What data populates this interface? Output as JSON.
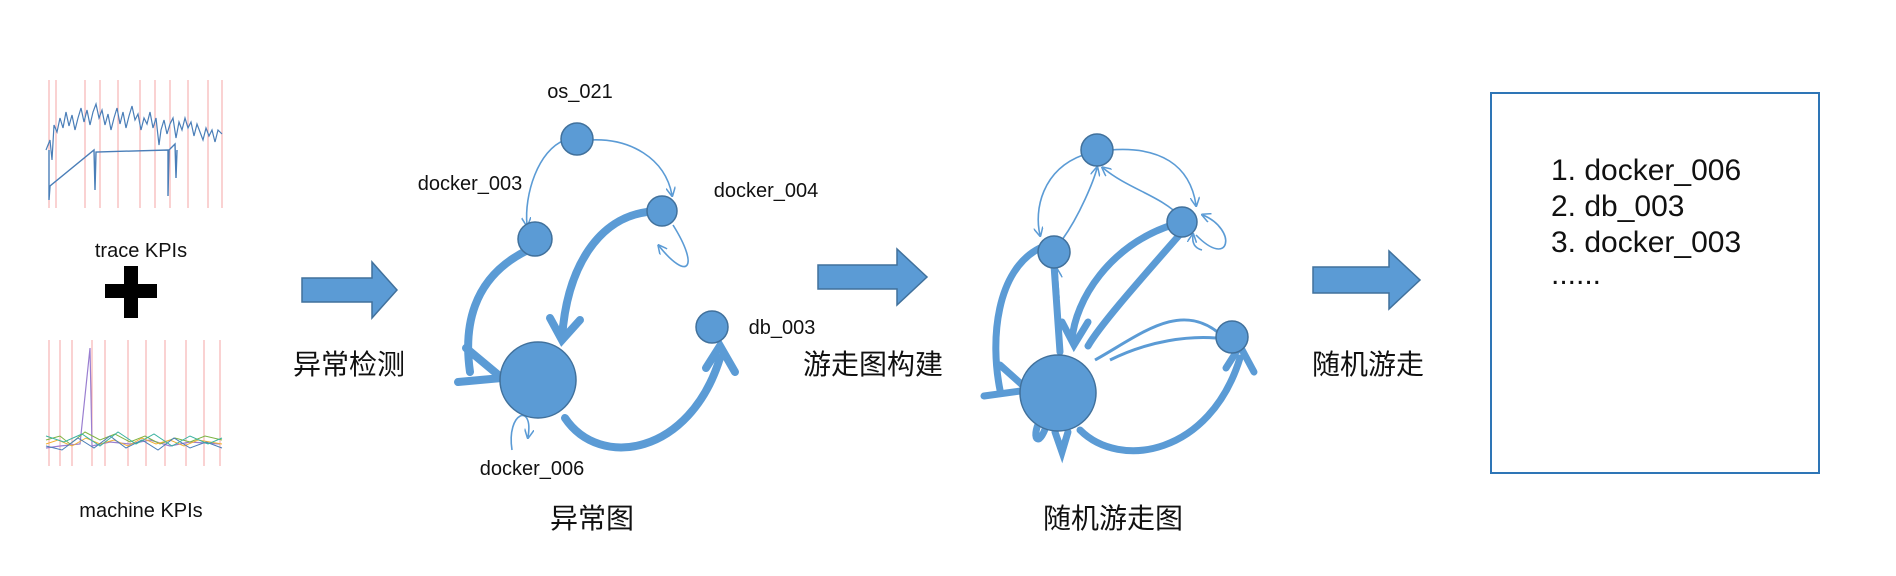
{
  "colors": {
    "node": "#5B9BD5",
    "node_stroke": "#41719C",
    "edge": "#5B9BD5",
    "box": "#2E75B6"
  },
  "inputs": {
    "trace_label": "trace KPIs",
    "plus": "+",
    "machine_label": "machine KPIs"
  },
  "steps": {
    "anomaly_detection": "异常检测",
    "graph_construction": "游走图构建",
    "random_walk": "随机游走"
  },
  "anomaly_graph": {
    "caption": "异常图",
    "nodes": {
      "os_021": "os_021",
      "docker_003": "docker_003",
      "docker_004": "docker_004",
      "db_003": "db_003",
      "docker_006": "docker_006"
    }
  },
  "walk_graph": {
    "caption": "随机游走图"
  },
  "ranking": {
    "items": [
      "1. docker_006",
      "2. db_003",
      "3. docker_003"
    ],
    "more": "......"
  }
}
